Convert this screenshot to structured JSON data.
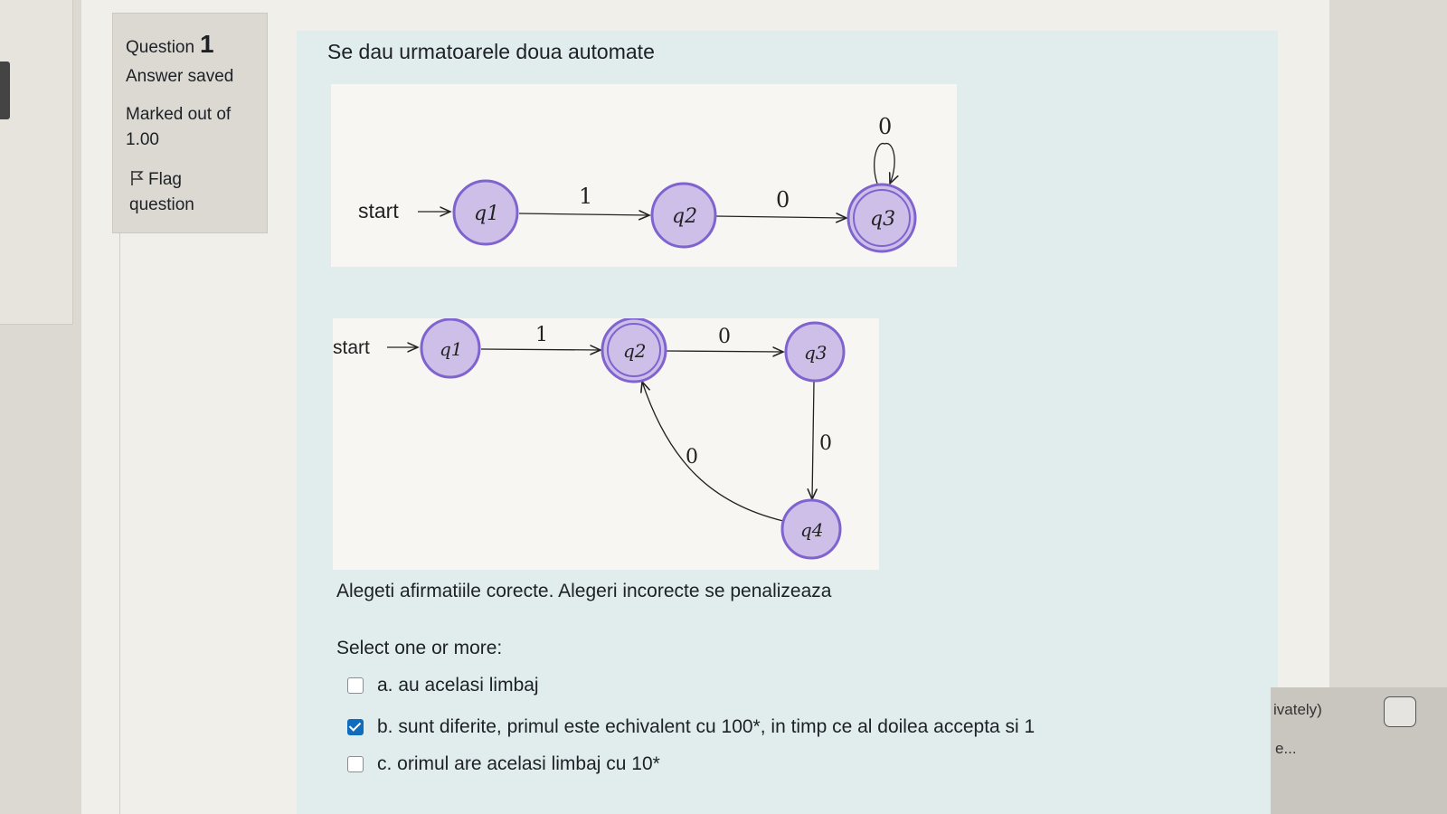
{
  "sidebar": {
    "question_label": "Question",
    "question_number": "1",
    "status": "Answer saved",
    "marked_line1": "Marked out of",
    "marked_line2": "1.00",
    "flag_line1": "Flag",
    "flag_line2": "question"
  },
  "question": {
    "text": "Se dau urmatoarele doua automate",
    "automaton1": {
      "start_label": "start",
      "states": [
        "q1",
        "q2",
        "q3"
      ],
      "edge_labels": [
        "1",
        "0",
        "0"
      ]
    },
    "automaton2": {
      "start_label": "start",
      "states": [
        "q1",
        "q2",
        "q3",
        "q4"
      ],
      "edge_labels": [
        "1",
        "0",
        "0",
        "0"
      ]
    },
    "instructions": "Alegeti afirmatiile corecte. Alegeri incorecte se penalizeaza",
    "prompt": "Select one or more:",
    "options": [
      {
        "label": "a. au acelasi limbaj",
        "checked": false
      },
      {
        "label": "b. sunt diferite, primul este echivalent cu 100*, in timp ce al doilea accepta si 1",
        "checked": true
      },
      {
        "label": "c. orimul are acelasi limbaj cu 10*",
        "checked": false
      }
    ]
  },
  "right_panel": {
    "text1": "ivately)",
    "text2": "e..."
  },
  "colors": {
    "state_fill": "#cdbfe8",
    "state_stroke": "#7f63cf",
    "checkbox_accent": "#0f6cbf"
  }
}
